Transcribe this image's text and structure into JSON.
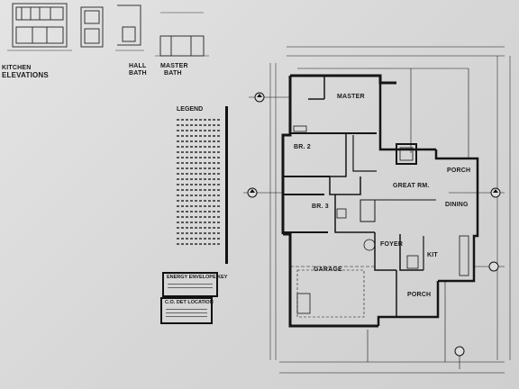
{
  "elevations": {
    "kitchen_line1": "KITCHEN",
    "kitchen_line2": "ELEVATIONS",
    "hall_bath_line1": "HALL",
    "hall_bath_line2": "BATH",
    "master_bath_line1": "MASTER",
    "master_bath_line2": "BATH"
  },
  "legend": {
    "title": "LEGEND"
  },
  "notes": {
    "energy": "ENERGY ENVELOPE KEY",
    "location": "C.O. DET LOCATION"
  },
  "rooms": {
    "master": "MASTER",
    "br2": "BR. 2",
    "br3": "BR. 3",
    "great_rm": "GREAT RM.",
    "porch_rear": "PORCH",
    "dining": "DINING",
    "foyer": "FOYER",
    "kit": "KIT",
    "garage": "GARAGE",
    "porch_front": "PORCH"
  }
}
